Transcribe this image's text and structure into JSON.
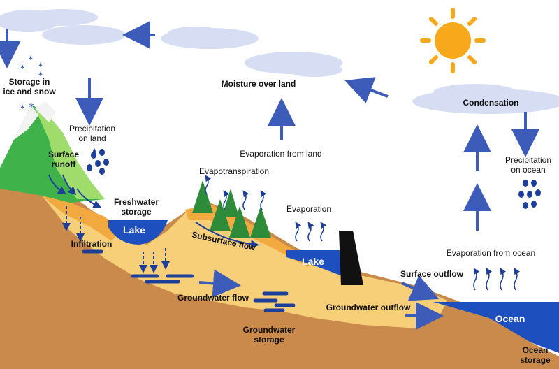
{
  "labels": {
    "storage_ice_snow": "Storage in\nice and snow",
    "precip_land": "Precipitation\non land",
    "surface_runoff": "Surface\nrunoff",
    "freshwater_storage": "Freshwater\nstorage",
    "lake_left": "Lake",
    "infiltration": "Infiltration",
    "moisture_over_land": "Moisture over land",
    "evaporation_from_land": "Evaporation from land",
    "evapotranspiration": "Evapotranspiration",
    "subsurface_flow": "Subsurface flow",
    "evaporation": "Evaporation",
    "lake_right": "Lake",
    "groundwater_flow": "Groundwater flow",
    "groundwater_storage": "Groundwater\nstorage",
    "groundwater_outflow": "Groundwater outflow",
    "condensation": "Condensation",
    "precip_ocean": "Precipitation\non ocean",
    "evaporation_from_ocean": "Evaporation from ocean",
    "surface_outflow": "Surface outflow",
    "ocean": "Ocean",
    "ocean_storage": "Ocean\nstorage"
  },
  "colors": {
    "sky": "#ffffff",
    "cloud": "#d7def3",
    "sun": "#f7a81b",
    "soil_dark": "#c98a4b",
    "soil_light": "#f6cf78",
    "soil_mid": "#f2a940",
    "water": "#1d4fbf",
    "arrow": "#3d5bb8",
    "mountain": "#3fb34a",
    "mountain_light": "#9fdc6c",
    "snow": "#f3f3f3",
    "tree": "#2e8b3a",
    "dam": "#111111"
  }
}
